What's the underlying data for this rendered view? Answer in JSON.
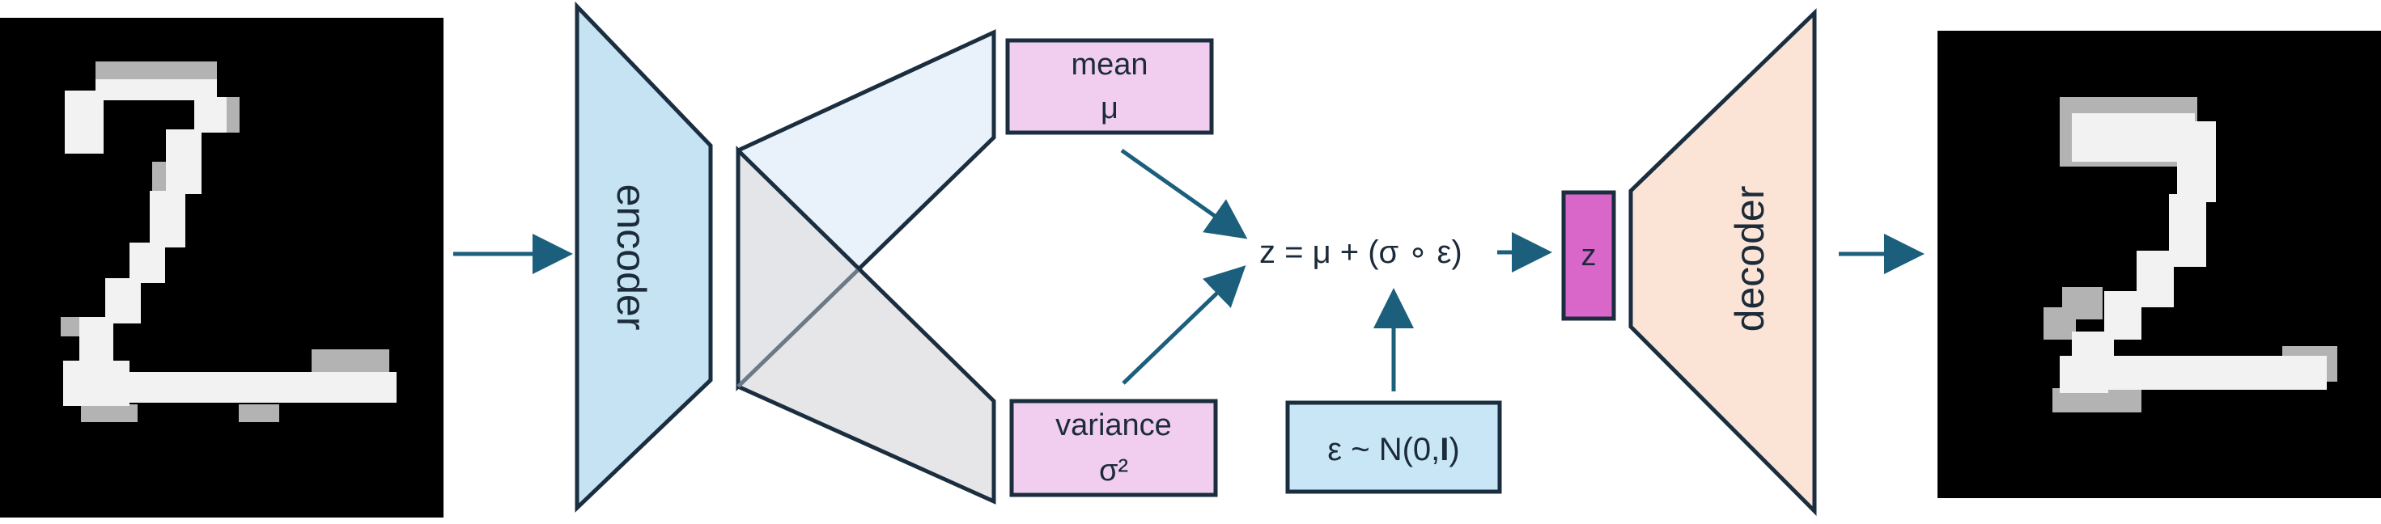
{
  "encoder": {
    "label": "encoder",
    "color": "#c5e3f3"
  },
  "decoder": {
    "label": "decoder",
    "color": "#fbe4d6"
  },
  "mean_box": {
    "line1": "mean",
    "line2": "μ",
    "color": "#f1cdef"
  },
  "variance_box": {
    "line1": "variance",
    "line2": "σ²",
    "color": "#f1cdef"
  },
  "reparam": {
    "formula": "z = μ + (σ ∘ ε)"
  },
  "noise_box": {
    "label_prefix": "ε ~ N(0,",
    "label_bold": "I",
    "label_suffix": ")",
    "color": "#c8e6f5"
  },
  "z_box": {
    "label": "z",
    "color": "#d966c9"
  },
  "colors": {
    "outline": "#1a2e40",
    "arrow": "#1b5f7c",
    "image_bg": "#000000",
    "stroke_white": "#f2f2f2",
    "stroke_gray": "#b3b3b3"
  },
  "input_image": {
    "digit": "2"
  },
  "output_image": {
    "digit": "2"
  }
}
